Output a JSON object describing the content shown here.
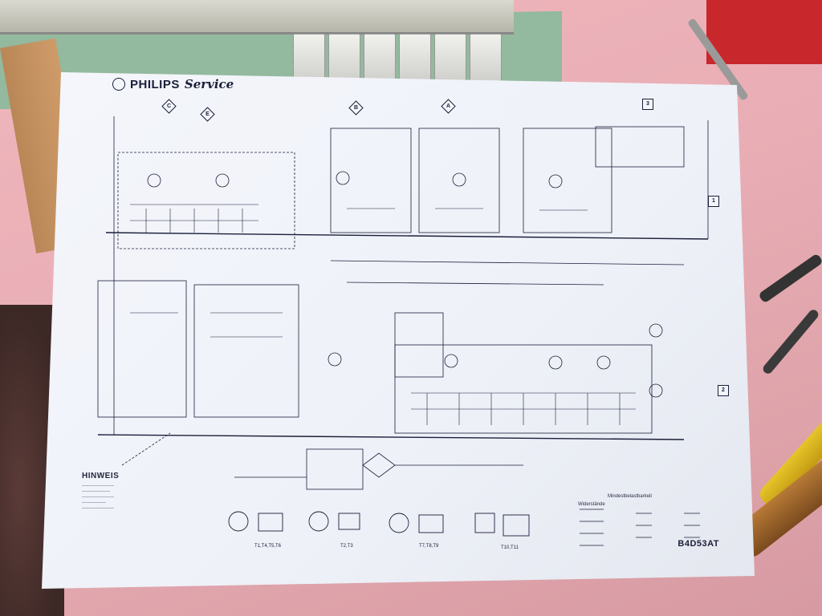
{
  "document": {
    "brand": "PHILIPS",
    "brand_suffix": "Service",
    "model_code": "B4D53AT"
  },
  "connectors": {
    "diamond_C": "C",
    "diamond_E": "E",
    "diamond_B": "B",
    "diamond_A": "A",
    "box_3": "3",
    "box_1": "1",
    "box_2": "2"
  },
  "notes": {
    "title": "HINWEIS"
  },
  "legend": {
    "title": "Mindestbelastbarkeit",
    "resistors": "Widerstände"
  },
  "transistor_groups": {
    "group_1": "T1,T4,T5,T6",
    "group_2": "T2,T3",
    "group_3": "T7,T8,T9",
    "group_4": "T10,T11"
  },
  "colors": {
    "paper": "#eef1f8",
    "ink": "#1a1f3a",
    "bench": "#e9aeb5"
  }
}
